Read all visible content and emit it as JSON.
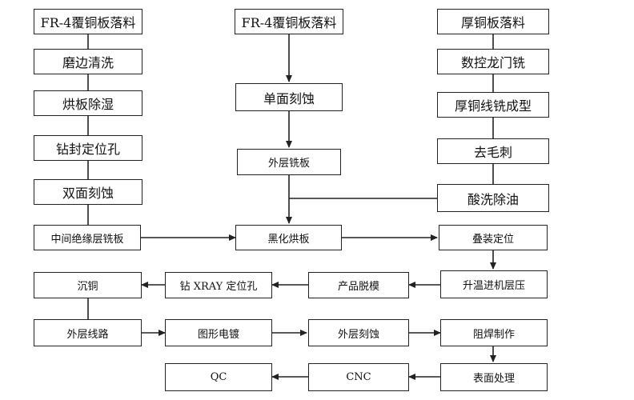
{
  "diagram": {
    "nodes": {
      "a1": "FR-4覆铜板落料",
      "a2": "磨边清洗",
      "a3": "烘板除湿",
      "a4": "钻封定位孔",
      "a5": "双面刻蚀",
      "a6": "中间绝缘层铣板",
      "b1": "FR-4覆铜板落料",
      "b2": "单面刻蚀",
      "b3": "外层铣板",
      "b4": "黑化烘板",
      "c1": "厚铜板落料",
      "c2": "数控龙门铣",
      "c3": "厚铜线铣成型",
      "c4": "去毛刺",
      "c5": "酸洗除油",
      "c6": "叠装定位",
      "c7": "升温进机层压",
      "r1": "沉铜",
      "r2": "钻 XRAY 定位孔",
      "r3": "产品脱模",
      "s1": "外层线路",
      "s2": "图形电镀",
      "s3": "外层刻蚀",
      "s4": "阻焊制作",
      "t1": "QC",
      "t2": "CNC",
      "t3": "表面处理"
    }
  }
}
